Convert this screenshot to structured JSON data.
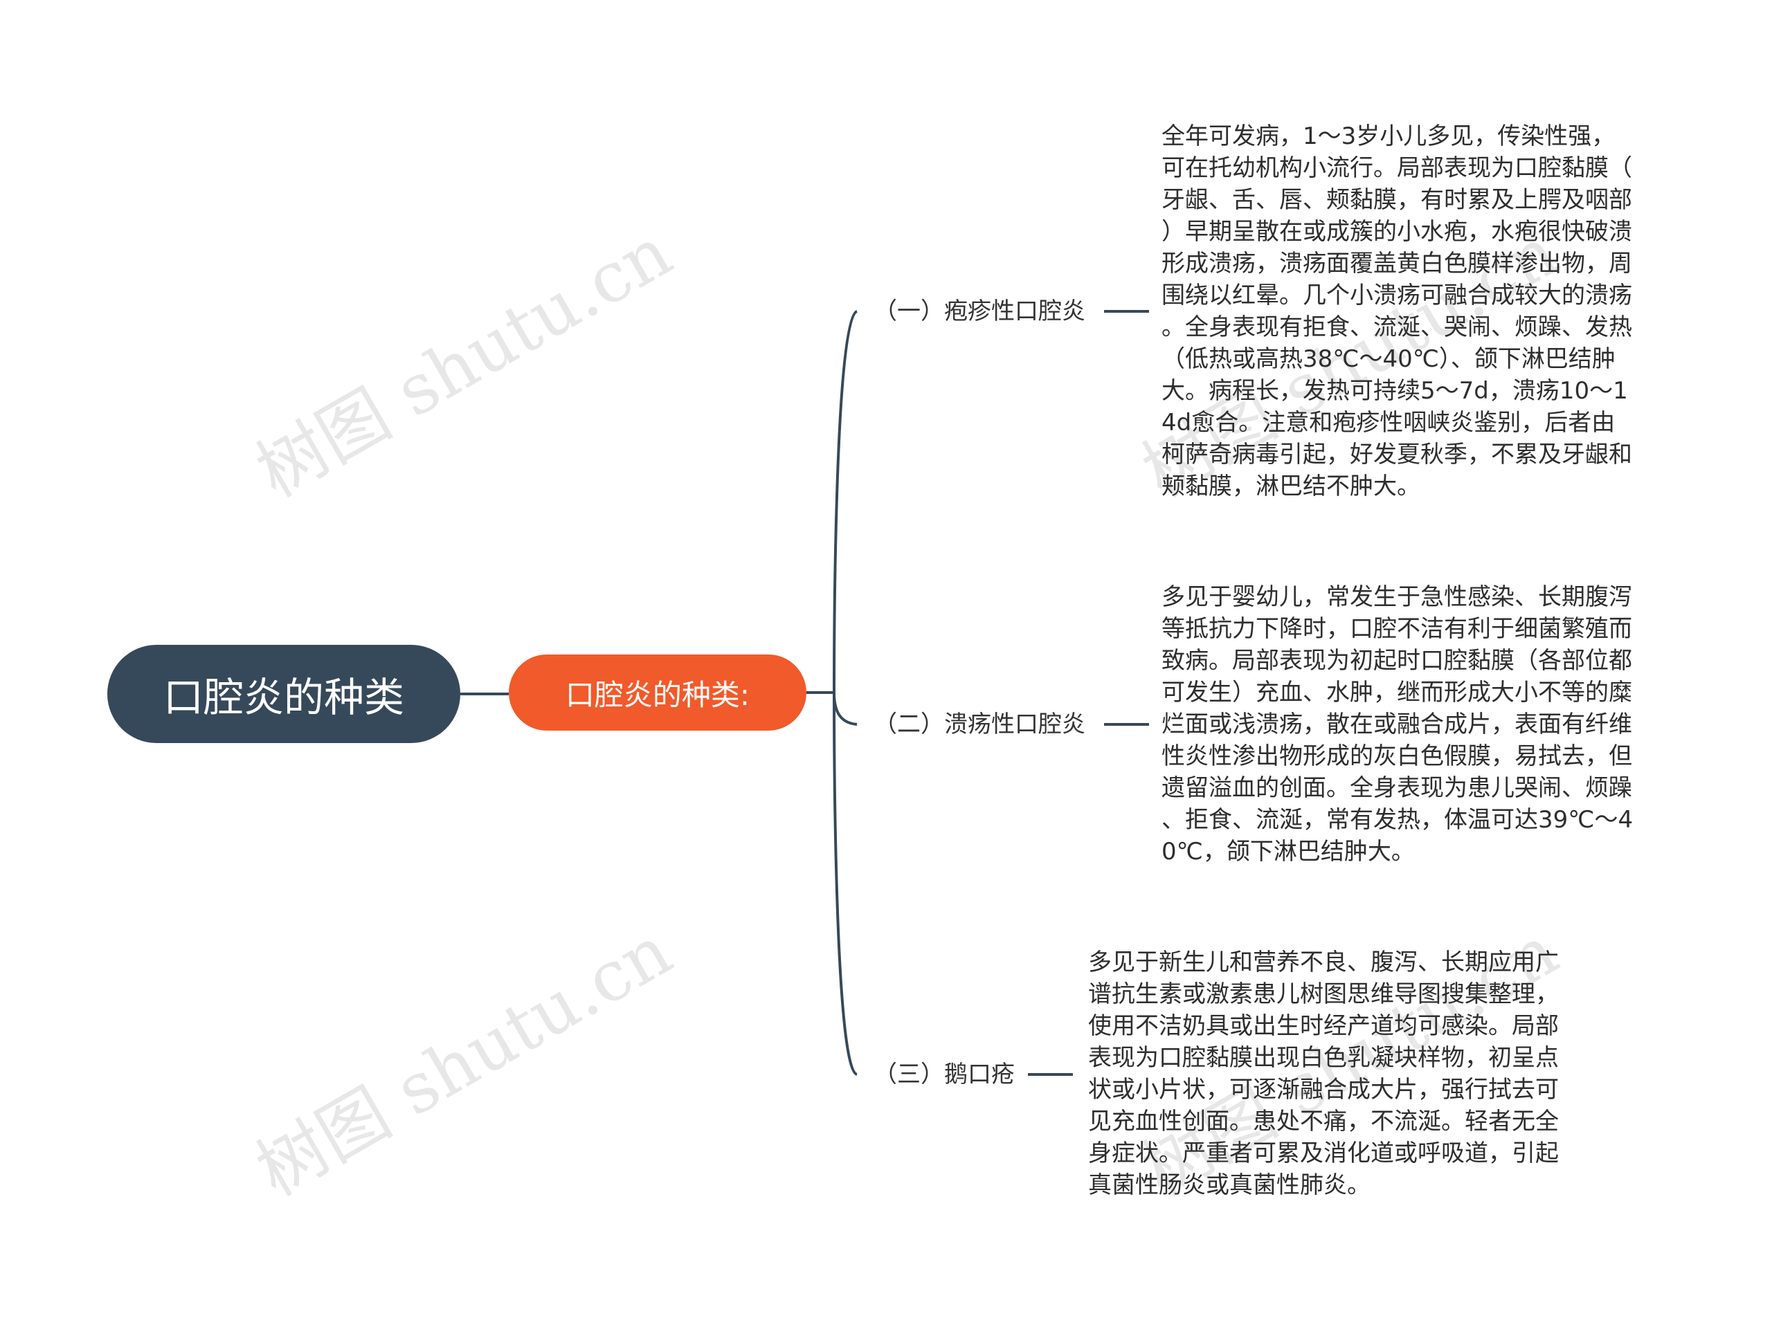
{
  "root": {
    "label": "口腔炎的种类"
  },
  "subtopic": {
    "label": "口腔炎的种类:"
  },
  "branches": [
    {
      "label": "（一）疱疹性口腔炎",
      "detail_lines": [
        "全年可发病，1～3岁小儿多见，传染性强，",
        "可在托幼机构小流行。局部表现为口腔黏膜（",
        "牙龈、舌、唇、颊黏膜，有时累及上腭及咽部",
        "）早期呈散在或成簇的小水疱，水疱很快破溃",
        "形成溃疡，溃疡面覆盖黄白色膜样渗出物，周",
        "围绕以红晕。几个小溃疡可融合成较大的溃疡",
        "。全身表现有拒食、流涎、哭闹、烦躁、发热",
        "（低热或高热38℃～40℃）、颌下淋巴结肿",
        "大。病程长，发热可持续5～7d，溃疡10～1",
        "4d愈合。注意和疱疹性咽峡炎鉴别，后者由",
        "柯萨奇病毒引起，好发夏秋季，不累及牙龈和",
        "颊黏膜，淋巴结不肿大。"
      ]
    },
    {
      "label": "（二）溃疡性口腔炎",
      "detail_lines": [
        "多见于婴幼儿，常发生于急性感染、长期腹泻",
        "等抵抗力下降时，口腔不洁有利于细菌繁殖而",
        "致病。局部表现为初起时口腔黏膜（各部位都",
        "可发生）充血、水肿，继而形成大小不等的糜",
        "烂面或浅溃疡，散在或融合成片，表面有纤维",
        "性炎性渗出物形成的灰白色假膜，易拭去，但",
        "遗留溢血的创面。全身表现为患儿哭闹、烦躁",
        "、拒食、流涎，常有发热，体温可达39℃～4",
        "0℃，颌下淋巴结肿大。"
      ]
    },
    {
      "label": "（三）鹅口疮",
      "detail_lines": [
        "多见于新生儿和营养不良、腹泻、长期应用广",
        "谱抗生素或激素患儿树图思维导图搜集整理，",
        "使用不洁奶具或出生时经产道均可感染。局部",
        "表现为口腔黏膜出现白色乳凝块样物，初呈点",
        "状或小片状，可逐渐融合成大片，强行拭去可",
        "见充血性创面。患处不痛，不流涎。轻者无全",
        "身症状。严重者可累及消化道或呼吸道，引起",
        "真菌性肠炎或真菌性肺炎。"
      ]
    }
  ],
  "watermarks": [
    "树图 shutu.cn",
    "树图 shutu.cn",
    "树图 shutu.cn",
    "树图 shutu.cn"
  ],
  "colors": {
    "root_bg": "#36495a",
    "subtopic_bg": "#f15a2b",
    "connector": "#36495a"
  }
}
